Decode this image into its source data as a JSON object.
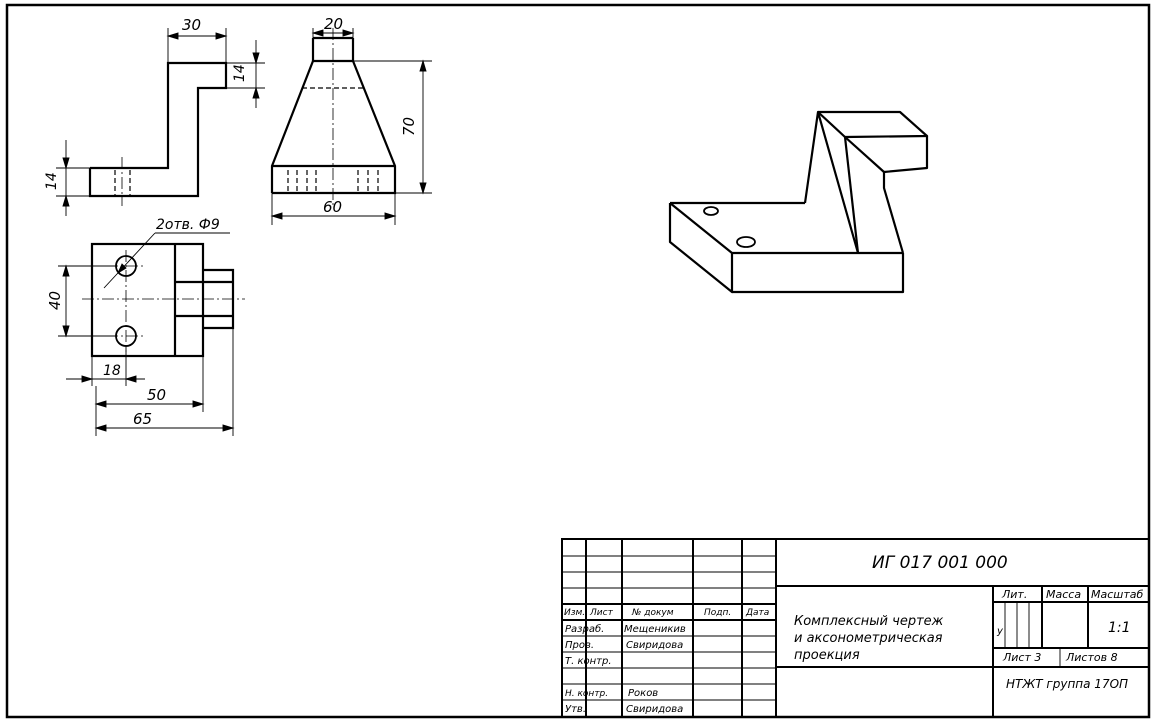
{
  "dimensions": {
    "d30": "30",
    "d20": "20",
    "d14_top": "14",
    "d70": "70",
    "d14_left": "14",
    "d60": "60",
    "holes": "2отв. Ф9",
    "d40": "40",
    "d18": "18",
    "d50": "50",
    "d65": "65"
  },
  "title_block": {
    "designation": "ИГ 017 001 000",
    "title_lines": [
      "Комплексный чертеж",
      "и аксонометрическая",
      "проекция"
    ],
    "header_izm": "Изм.",
    "header_list": "Лист",
    "header_doc": "№ докум",
    "header_sign": "Подп.",
    "header_date": "Дата",
    "role_razrab": "Разраб.",
    "role_prov": "Пров.",
    "role_tkontr": "Т. контр.",
    "role_nkontr": "Н. контр.",
    "role_utv": "Утв.",
    "name_razrab": "Мещеникив",
    "name_prov": "Свиридова",
    "name_nkontr": "Роков",
    "name_utv": "Свиридова",
    "lit_label": "Лит.",
    "massa_label": "Масса",
    "scale_label": "Масштаб",
    "scale_value": "1:1",
    "lit_letter": "у",
    "sheet_label": "Лист 3",
    "sheets_label": "Листов 8",
    "org": "НТЖТ группа 17ОП"
  }
}
